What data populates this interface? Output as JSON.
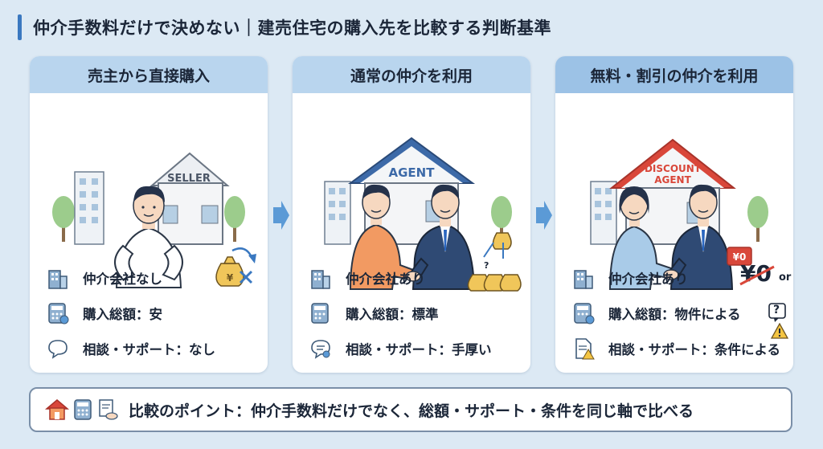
{
  "title": "仲介手数料だけで決めない｜建売住宅の購入先を比較する判断基準",
  "cards": [
    {
      "header": "売主から直接購入",
      "sign": "SELLER",
      "rows": [
        "仲介会社なし",
        "購入総額：安",
        "相談・サポート：なし"
      ]
    },
    {
      "header": "通常の仲介を利用",
      "sign": "AGENT",
      "rows": [
        "仲介会社あり",
        "購入総額：標準",
        "相談・サポート：手厚い"
      ]
    },
    {
      "header": "無料・割引の仲介を利用",
      "sign_line1": "DISCOUNT",
      "sign_line2": "AGENT",
      "rows": [
        "仲介会社あり",
        "購入総額：物件による",
        "相談・サポート：条件による"
      ]
    }
  ],
  "money_symbol": "¥",
  "zero_fee": "¥0",
  "or_label": "or",
  "tag_zero": "¥0",
  "question_mark": "?",
  "footer": "比較のポイント：仲介手数料だけでなく、総額・サポート・条件を同じ軸で比べる",
  "colors": {
    "background": "#dce9f4",
    "header_light": "#b9d5ee",
    "header_dark": "#9cc2e6",
    "accent": "#3a78c0",
    "arrow": "#5b9ad6",
    "red": "#d9473a"
  }
}
